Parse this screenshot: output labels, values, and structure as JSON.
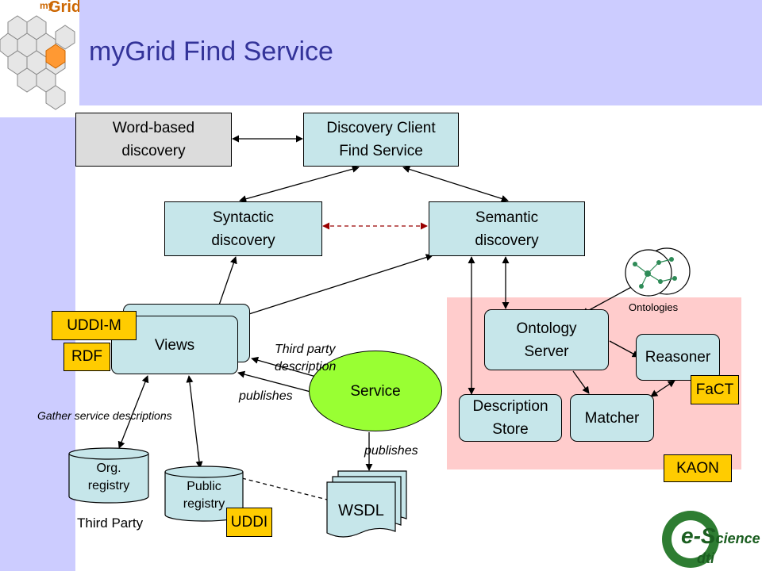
{
  "logo": {
    "my": "my",
    "grid": "Grid"
  },
  "title": "myGrid Find Service",
  "boxes": {
    "word_based": "Word-based\ndiscovery",
    "discovery_client": "Discovery Client\nFind Service",
    "syntactic": "Syntactic\ndiscovery",
    "semantic": "Semantic\ndiscovery",
    "views": "Views",
    "ontology_server": "Ontology\nServer",
    "reasoner": "Reasoner",
    "matcher": "Matcher",
    "description_store": "Description\nStore",
    "service": "Service",
    "wsdl": "WSDL",
    "org_registry": "Org.\nregistry",
    "public_registry": "Public\nregistry"
  },
  "tags": {
    "uddi_m": "UDDI-M",
    "rdf": "RDF",
    "fact": "FaCT",
    "kaon": "KAON",
    "uddi": "UDDI"
  },
  "labels": {
    "ontologies": "Ontologies",
    "third_party_description": "Third party\ndescription",
    "publishes_left": "publishes",
    "publishes_bottom": "publishes",
    "gather": "Gather service descriptions",
    "third_party": "Third Party"
  },
  "footer_logo": {
    "e": "e-S",
    "cience": "cience",
    "dti": "dti"
  },
  "colors": {
    "band": "#ccccff",
    "teal": "#c6e6ea",
    "tag": "#ffcc00",
    "service": "#99ff33",
    "kaon": "#ffcccc",
    "title": "#333399"
  }
}
